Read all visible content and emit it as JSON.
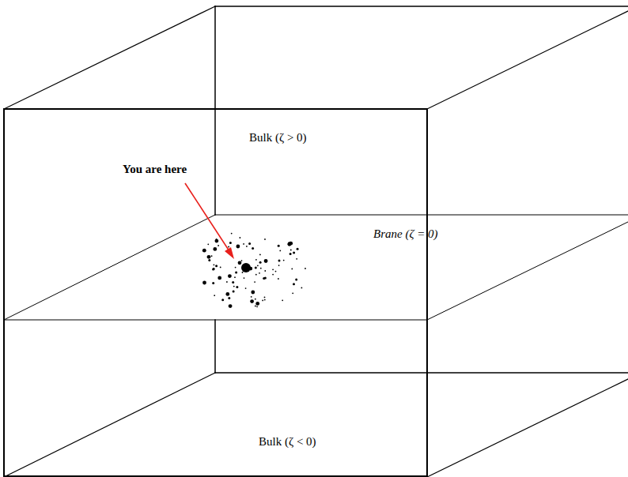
{
  "diagram": {
    "labels": [
      "Bulk (ζ > 0)",
      "You are here",
      "Brane (ζ = 0)",
      "Bulk (ζ < 0)"
    ]
  }
}
